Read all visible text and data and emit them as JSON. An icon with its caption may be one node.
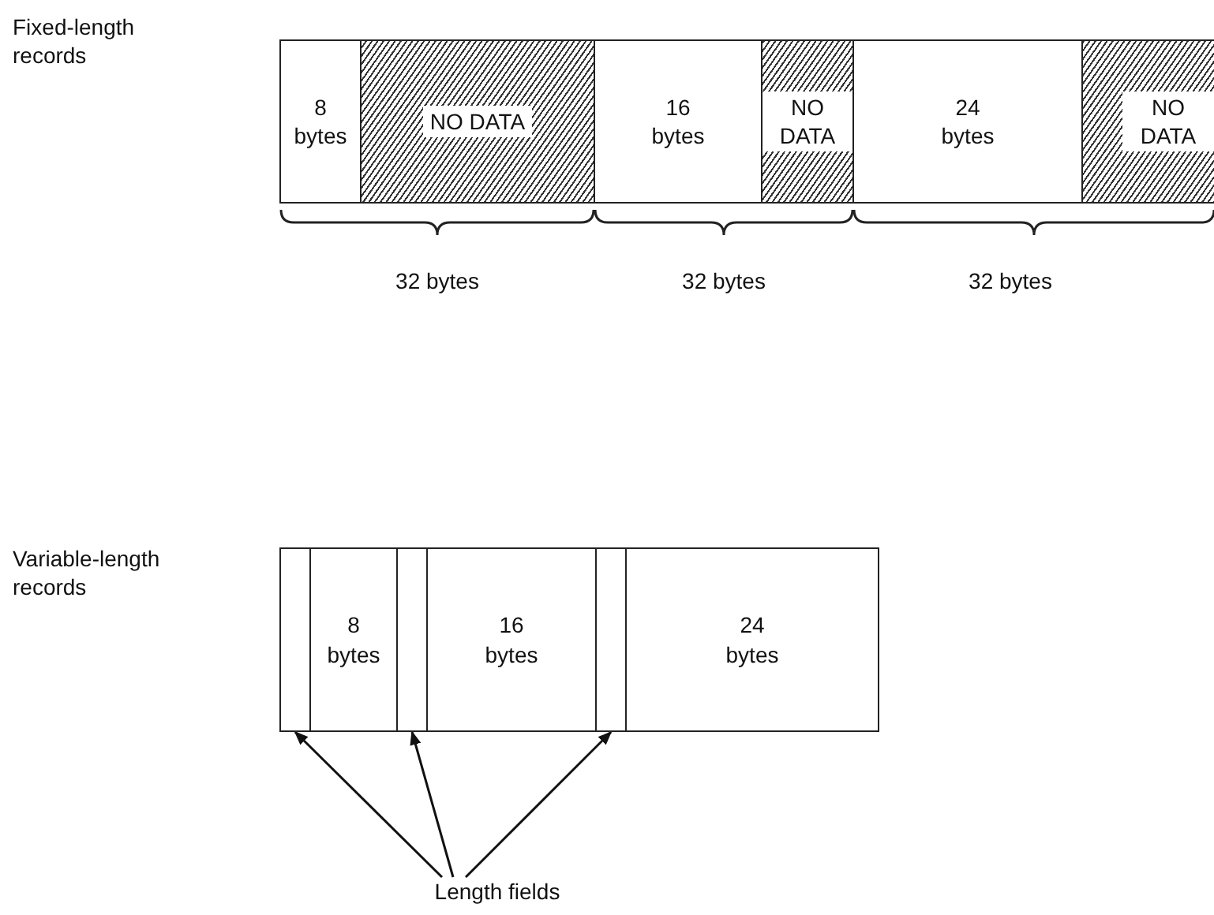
{
  "diagram": {
    "nodes": [
      {
        "text": [
          "8 bytes"
        ]
      },
      {
        "text": [
          "NO DATA"
        ]
      },
      {
        "text": [
          "16 bytes"
        ]
      },
      {
        "text": [
          "NO DATA"
        ]
      },
      {
        "text": [
          "24 bytes"
        ]
      },
      {
        "text": [
          "NO DATA"
        ]
      },
      {
        "text": [],
        "shape": "box"
      },
      {
        "text": [
          "8 bytes"
        ]
      },
      {
        "text": [],
        "shape": "box"
      },
      {
        "text": [
          "16 bytes"
        ]
      },
      {
        "text": [],
        "shape": "box"
      },
      {
        "text": [
          "24 bytes"
        ]
      },
      {
        "text": [
          "Length fields"
        ]
      }
    ],
    "edges": [
      {
        "from": 12,
        "to": 6,
        "arrow": "to"
      },
      {
        "from": 12,
        "to": 8,
        "arrow": "to"
      },
      {
        "from": 12,
        "to": 10,
        "arrow": "to"
      }
    ],
    "labels": [
      "Fixed-length records",
      "32 bytes",
      "32 bytes",
      "32 bytes",
      "Variable-length records"
    ]
  }
}
